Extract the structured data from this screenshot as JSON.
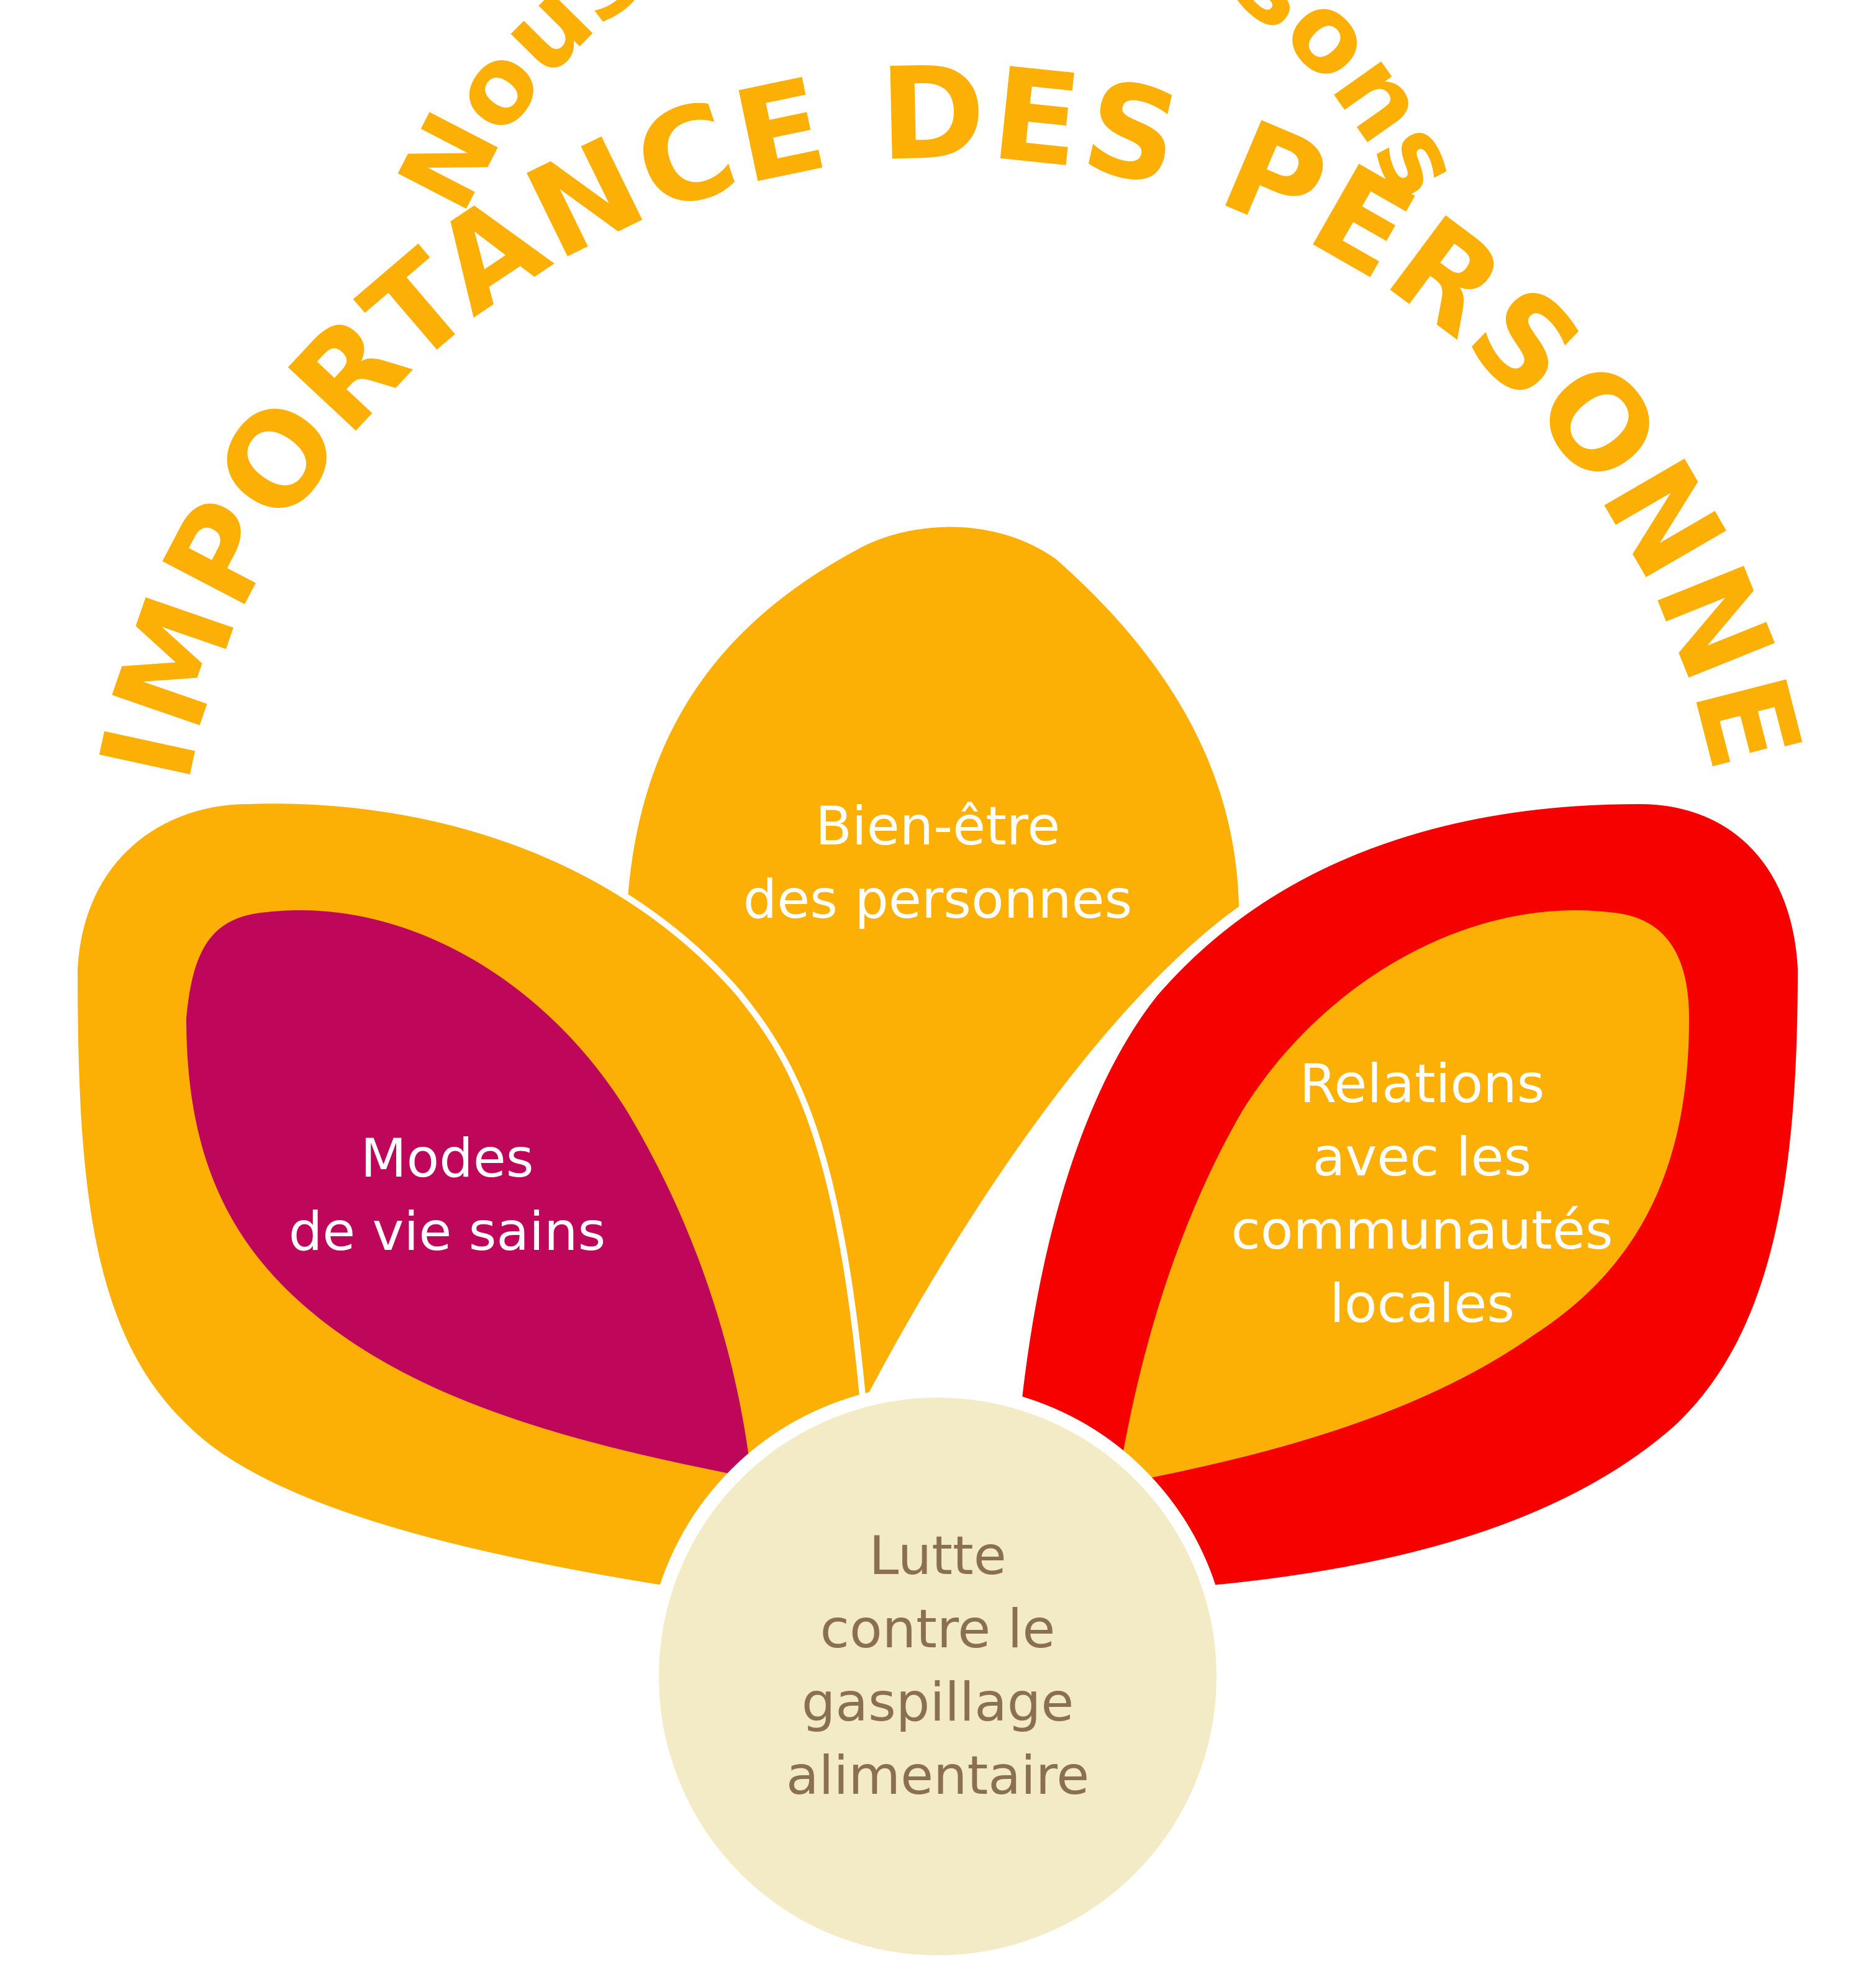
{
  "title": {
    "line1": "Nous reconnaissons",
    "line2": "L’IMPORTANCE DES PERSONNES"
  },
  "petals": {
    "top": {
      "lines": [
        "Bien-être",
        "des personnes"
      ]
    },
    "left": {
      "lines": [
        "Modes",
        "de vie sains"
      ]
    },
    "right": {
      "lines": [
        "Relations",
        "avec les",
        "communautés",
        "locales"
      ]
    },
    "center": {
      "lines": [
        "Lutte",
        "contre le",
        "gaspillage",
        "alimentaire"
      ]
    }
  },
  "colors": {
    "orange": "#FCAF05",
    "magenta": "#BE075A",
    "red": "#F60000",
    "cream": "#F3EBC5",
    "brown_text": "#8A7050",
    "white": "#FFFFFF"
  }
}
